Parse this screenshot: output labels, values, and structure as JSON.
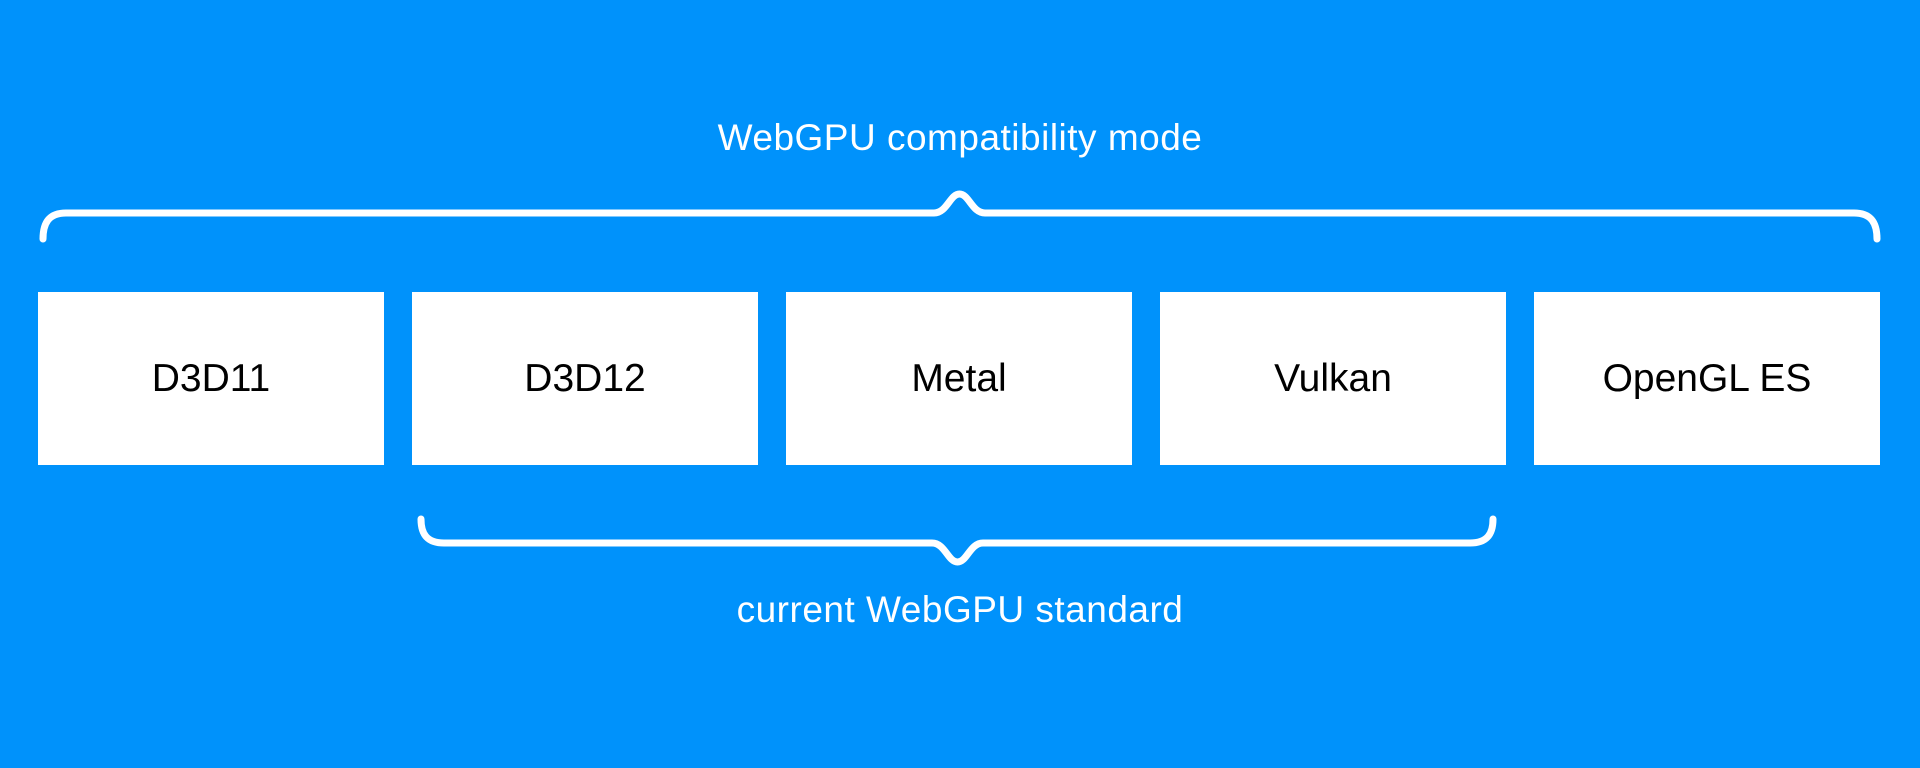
{
  "title": "WebGPU compatibility mode",
  "bottom_label": "current WebGPU standard",
  "boxes": [
    {
      "label": "D3D11"
    },
    {
      "label": "D3D12"
    },
    {
      "label": "Metal"
    },
    {
      "label": "Vulkan"
    },
    {
      "label": "OpenGL ES"
    }
  ],
  "colors": {
    "background": "#0092fb",
    "box_background": "#ffffff",
    "box_text": "#000000",
    "accent_text": "#ffffff",
    "brace": "#ffffff"
  }
}
